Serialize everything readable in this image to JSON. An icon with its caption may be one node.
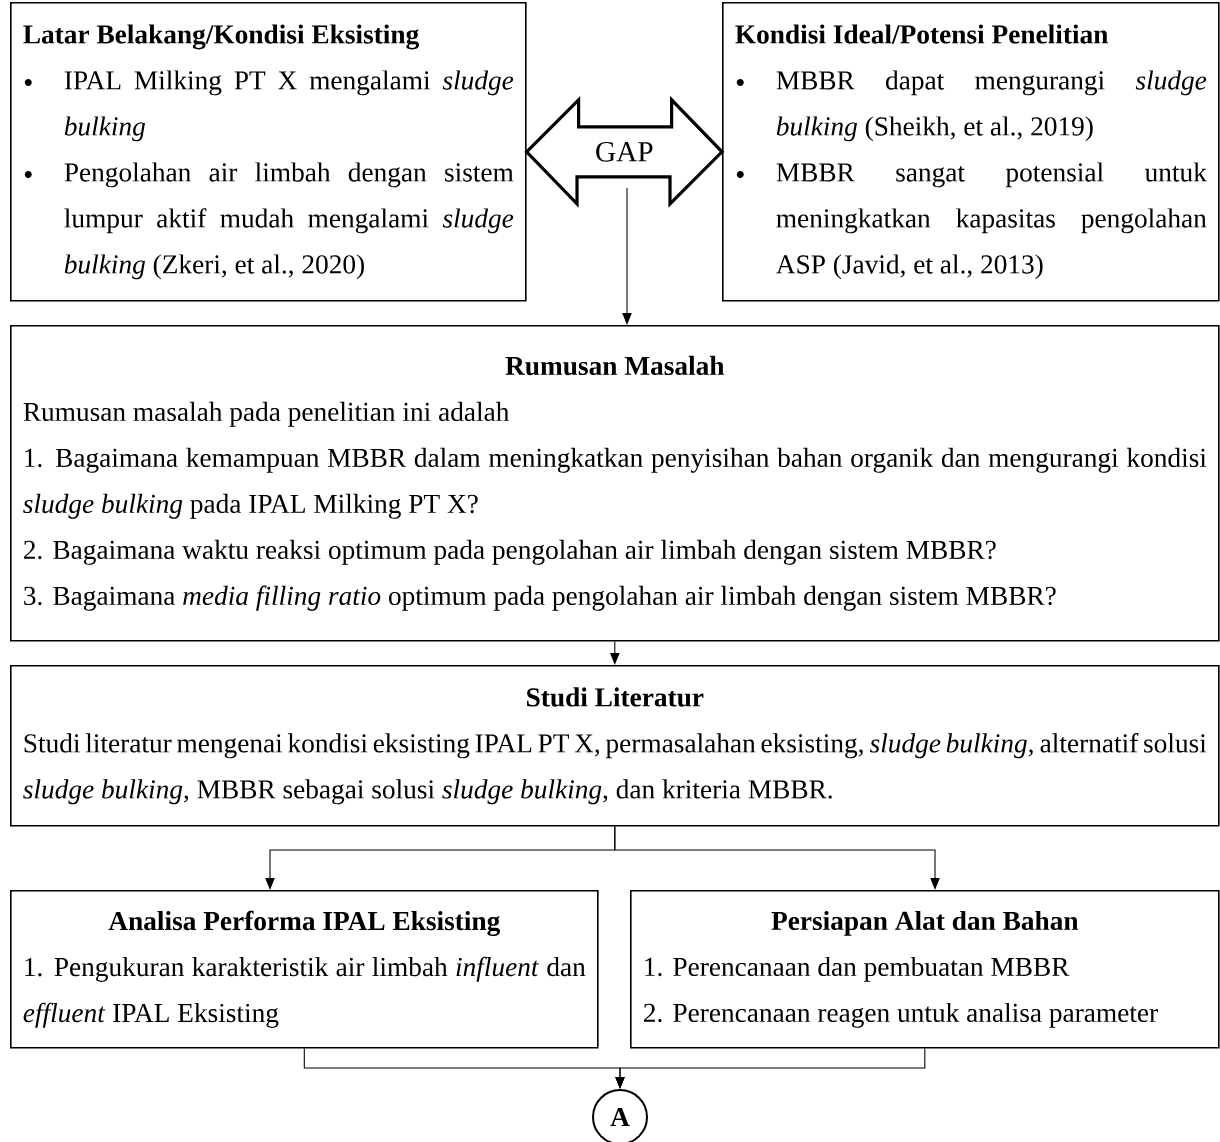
{
  "diagram": {
    "nodes": [
      {
        "text": [
          "Latar Belakang/Kondisi Eksisting",
          "IPAL Milking PT X mengalami *sludge bulking*",
          "Pengolahan air limbah dengan sistem lumpur aktif mudah mengalami *sludge bulking* (Zkeri, et al., 2020)"
        ]
      },
      {
        "text": [
          "Kondisi Ideal/Potensi Penelitian",
          "MBBR dapat mengurangi *sludge bulking* (Sheikh, et al., 2019)",
          "MBBR sangat potensial untuk meningkatkan kapasitas pengolahan ASP (Javid, et al., 2013)"
        ]
      },
      {
        "text": [
          "Rumusan Masalah",
          "Rumusan masalah pada penelitian ini adalah",
          "1. Bagaimana kemampuan MBBR dalam meningkatkan penyisihan bahan organik dan mengurangi kondisi *sludge bulking* pada IPAL Milking PT X?",
          "2. Bagaimana waktu reaksi optimum pada pengolahan air limbah dengan sistem MBBR?",
          "3. Bagaimana *media filling ratio* optimum pada pengolahan air limbah dengan sistem MBBR?"
        ]
      },
      {
        "text": [
          "Studi Literatur",
          "Studi literatur mengenai kondisi eksisting IPAL PT X, permasalahan eksisting, *sludge bulking*, alternatif solusi *sludge bulking*, MBBR sebagai solusi *sludge bulking*, dan kriteria MBBR."
        ]
      },
      {
        "text": [
          "Analisa Performa IPAL Eksisting",
          "1. Pengukuran karakteristik air limbah *influent* dan *effluent* IPAL Eksisting"
        ]
      },
      {
        "text": [
          "Persiapan Alat dan Bahan",
          "1. Perencanaan dan pembuatan MBBR",
          "2. Perencanaan reagen untuk analisa parameter"
        ]
      },
      {
        "text": [
          "A"
        ]
      }
    ],
    "edges": [
      {
        "from": 0,
        "to": 1,
        "arrow": "both",
        "label": "GAP",
        "style": "thick"
      },
      {
        "from": null,
        "to": 2,
        "arrow": "to"
      },
      {
        "from": 2,
        "to": 3,
        "arrow": "to"
      },
      {
        "from": 3,
        "to": 4,
        "arrow": "to"
      },
      {
        "from": 3,
        "to": 5,
        "arrow": "to"
      },
      {
        "from": 4,
        "to": 6,
        "arrow": "to"
      },
      {
        "from": 5,
        "to": 6,
        "arrow": "to"
      }
    ]
  }
}
